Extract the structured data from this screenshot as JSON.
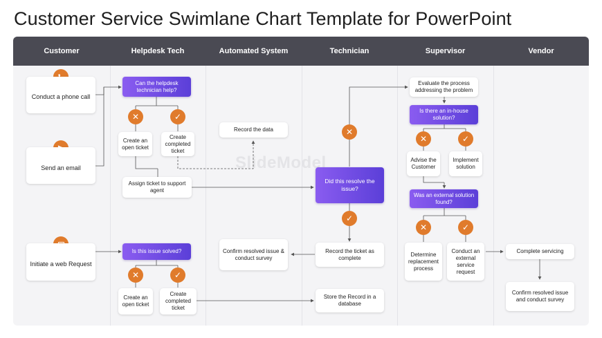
{
  "title": "Customer Service Swimlane Chart Template for PowerPoint",
  "lanes": [
    "Customer",
    "Helpdesk Tech",
    "Automated System",
    "Technician",
    "Supervisor",
    "Vendor"
  ],
  "customer": {
    "phone": "Conduct a phone call",
    "email": "Send an email",
    "web": "Initiate a web Request"
  },
  "helpdesk": {
    "q1": "Can the helpdesk technician help?",
    "open1": "Create an open ticket",
    "completed1": "Create completed ticket",
    "assign": "Assign ticket to support agent",
    "q2": "Is this issue solved?",
    "open2": "Create an open ticket",
    "completed2": "Create completed ticket"
  },
  "automated": {
    "record": "Record the data",
    "confirm": "Confirm resolved issue & conduct survey"
  },
  "technician": {
    "resolve": "Did this resolve the issue?",
    "record_complete": "Record the ticket as complete",
    "store": "Store the Record in a database"
  },
  "supervisor": {
    "evaluate": "Evaluate the process addressing the problem",
    "inhouse": "Is there an in-house solution?",
    "advise": "Advise the Customer",
    "implement": "Implement solution",
    "external": "Was an external solution found?",
    "replacement": "Determine replacement process",
    "conduct_external": "Conduct an external service request"
  },
  "vendor": {
    "complete": "Complete servicing",
    "confirm": "Confirm resolved issue and conduct survey"
  },
  "symbols": {
    "no": "✕",
    "yes": "✓"
  },
  "watermark": "SlideModel",
  "colors": {
    "header": "#4a4a53",
    "decision_start": "#8a5cf0",
    "decision_end": "#5b3fd8",
    "icon": "#e07b2c",
    "lane_bg": "#f4f4f6"
  },
  "icons": {
    "phone": "phone-icon",
    "email": "send-icon",
    "web": "browser-icon"
  }
}
